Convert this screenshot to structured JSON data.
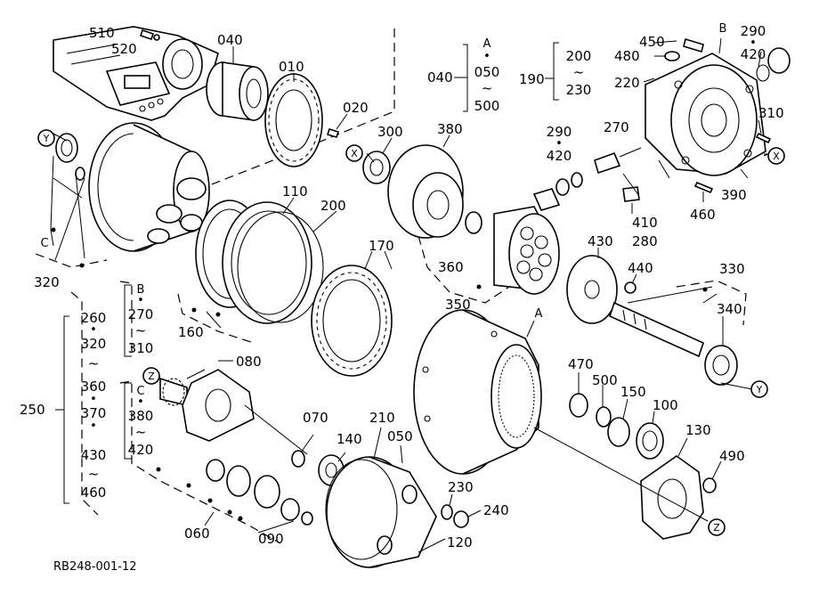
{
  "figure_code": "RB248-001-12",
  "reference_marks": {
    "a": "A",
    "b": "B",
    "c": "C",
    "x": "X",
    "y": "Y",
    "z": "Z"
  },
  "part_numbers": [
    "510",
    "520",
    "040",
    "010",
    "020",
    "300",
    "380",
    "110",
    "200",
    "170",
    "160",
    "320",
    "360",
    "350",
    "430",
    "440",
    "330",
    "340",
    "290",
    "420",
    "270",
    "410",
    "280",
    "450",
    "480",
    "220",
    "310",
    "390",
    "460",
    "080",
    "070",
    "140",
    "210",
    "050",
    "230",
    "240",
    "120",
    "060",
    "090",
    "470",
    "500",
    "150",
    "100",
    "130",
    "490"
  ],
  "groups": {
    "g040": {
      "head": "040",
      "a": "A",
      "from": "050",
      "to": "500"
    },
    "g190": {
      "head": "190",
      "from": "200",
      "to": "230"
    },
    "g290": {
      "top": "290",
      "bottom": "420"
    },
    "g290b": {
      "top": "290",
      "bottom": "420"
    },
    "g250": {
      "head": "250",
      "items": [
        "260",
        "320",
        "360",
        "370",
        "430",
        "460"
      ]
    },
    "gB": {
      "b": "B",
      "from": "270",
      "to": "310"
    },
    "gC": {
      "c": "C",
      "from": "380",
      "to": "420"
    }
  }
}
